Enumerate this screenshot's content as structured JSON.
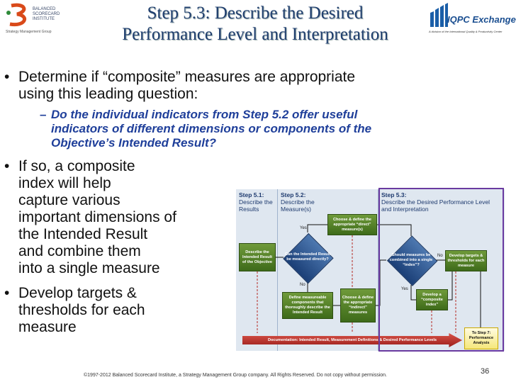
{
  "header": {
    "title_line1": "Step 5.3: Describe the Desired",
    "title_line2": "Performance Level and Interpretation",
    "logo_left": {
      "name": "BALANCED SCORECARD INSTITUTE",
      "tagline": "Strategy Management Group"
    },
    "logo_right": {
      "name": "IQPC Exchange",
      "tagline": "A division of the International Quality & Productivity Center"
    }
  },
  "bullets": [
    {
      "lines": [
        "Determine if “composite” measures are appropriate",
        "using this leading question:"
      ]
    },
    {
      "lines": [
        "If so, a composite",
        "index will help",
        "capture various",
        "important dimensions of",
        "the Intended Result",
        "and combine them",
        "into a single measure"
      ]
    },
    {
      "lines": [
        "Develop targets &",
        "thresholds for each",
        "measure"
      ]
    }
  ],
  "sub_bullet": {
    "lines": [
      "Do the individual indicators from Step 5.2 offer useful",
      "indicators of different dimensions or components of the",
      "Objective’s Intended Result?"
    ]
  },
  "diagram": {
    "steps": [
      {
        "title": "Step 5.1:",
        "desc": "Describe the Results"
      },
      {
        "title": "Step 5.2:",
        "desc": "Describe the Measure(s)"
      },
      {
        "title": "Step 5.3:",
        "desc": "Describe the Desired Performance Level and Interpretation"
      }
    ],
    "describe_result": "Describe the Intended Result of the Objective",
    "can_measure": "Can the Intended Result be measured directly?",
    "choose_direct": "Choose & define the appropriate “direct” measure(s)",
    "define_components": "Define measureable components that thoroughly describe the Intended Result",
    "choose_indirect": "Choose & define the appropriate “indirect” measures",
    "should_combine": "Should measures be combined into a single “index”?",
    "develop_targets": "Develop targets & thresholds for each measure",
    "develop_composite": "Develop a “composite index”",
    "yes": "Yes",
    "no": "No",
    "documentation": "Documentation: Intended Result, Measurement Definitions & Desired Performance Levels",
    "to_step7": "To Step 7: Performance Analysis",
    "colors": {
      "box": "#4f7f26",
      "diamond": "#2a5190",
      "doc_arrow": "#b52b25",
      "highlight": "#6a3aa0"
    }
  },
  "footer": {
    "copyright": "©1997-2012 Balanced Scorecard Institute, a Strategy Management Group company. All Rights Reserved. Do not copy without permission.",
    "page": "36"
  }
}
